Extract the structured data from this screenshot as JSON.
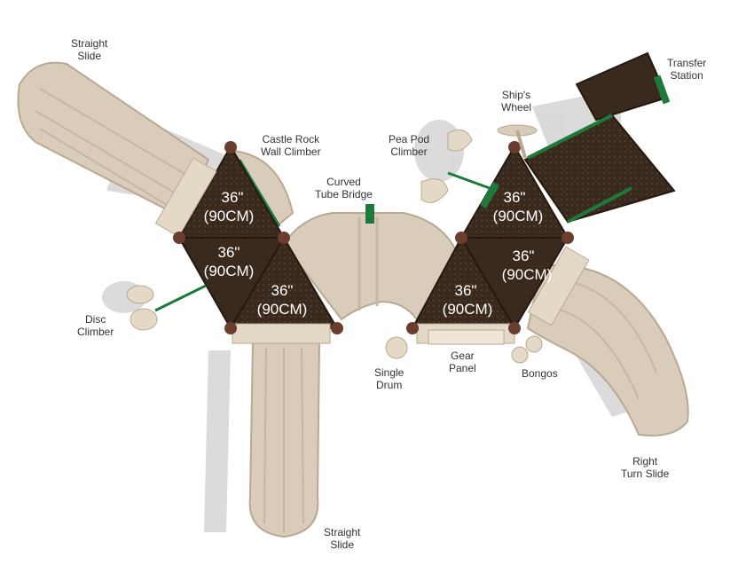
{
  "colors": {
    "tan": "#d9ccba",
    "tan_dark": "#b9a992",
    "tan_light": "#ece2d3",
    "deck_brown": "#3a2a1e",
    "deck_dark": "#241810",
    "post": "#6b3d2e",
    "green": "#1e7a3a",
    "shadow": "#c9c9c9",
    "label_text": "#333333",
    "deck_text": "#ffffff"
  },
  "callouts": {
    "straight_slide_top": [
      "Straight",
      "Slide"
    ],
    "castle_rock": [
      "Castle Rock",
      "Wall Climber"
    ],
    "curved_tube": [
      "Curved",
      "Tube Bridge"
    ],
    "pea_pod": [
      "Pea Pod",
      "Climber"
    ],
    "ships_wheel": [
      "Ship's",
      "Wheel"
    ],
    "transfer_station": [
      "Transfer",
      "Station"
    ],
    "disc_climber": [
      "Disc",
      "Climber"
    ],
    "single_drum": [
      "Single",
      "Drum"
    ],
    "gear_panel": [
      "Gear",
      "Panel"
    ],
    "bongos": [
      "Bongos"
    ],
    "right_turn_slide": [
      "Right",
      "Turn Slide"
    ],
    "straight_slide_bottom": [
      "Straight",
      "Slide"
    ]
  },
  "deck_heights": [
    [
      "36\"",
      "(90CM)"
    ],
    [
      "36\"",
      "(90CM)"
    ],
    [
      "36\"",
      "(90CM)"
    ],
    [
      "36\"",
      "(90CM)"
    ],
    [
      "36\"",
      "(90CM)"
    ],
    [
      "36\"",
      "(90CM)"
    ]
  ]
}
